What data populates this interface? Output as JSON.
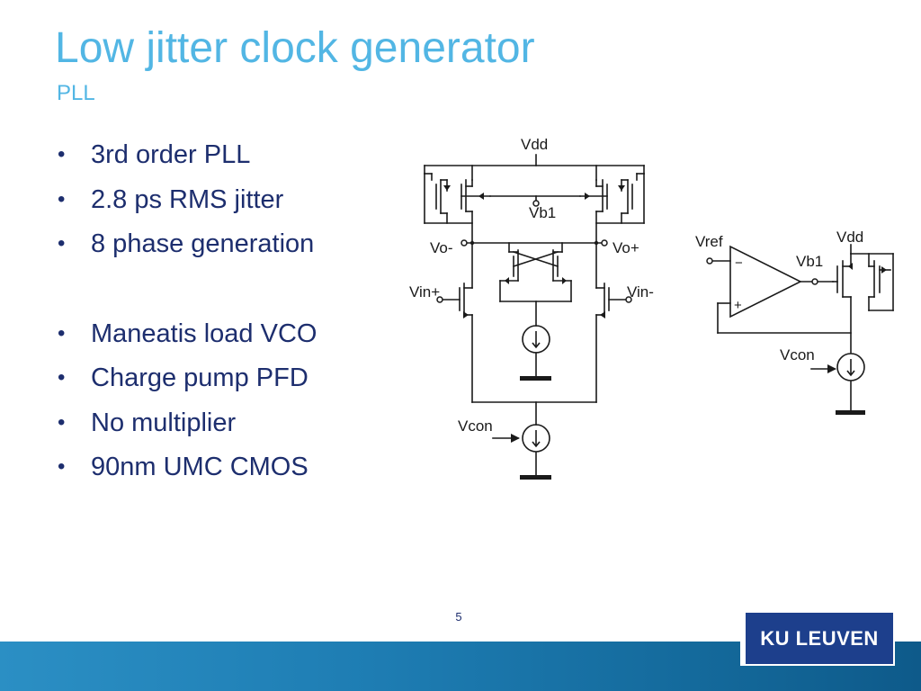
{
  "slide": {
    "title": "Low jitter clock generator",
    "subtitle": "PLL",
    "bullets": [
      "3rd order PLL",
      "2.8 ps RMS jitter",
      "8 phase generation",
      "Maneatis load VCO",
      "Charge pump PFD",
      "No multiplier",
      "90nm UMC CMOS"
    ],
    "page_number": "5"
  },
  "diagram": {
    "vco": {
      "vdd": "Vdd",
      "vb1": "Vb1",
      "vo_minus": "Vo-",
      "vo_plus": "Vo+",
      "vin_plus": "Vin+",
      "vin_minus": "Vin-",
      "vcon": "Vcon"
    },
    "bias": {
      "vref": "Vref",
      "vdd": "Vdd",
      "vb1": "Vb1",
      "vcon": "Vcon",
      "minus_sign": "−",
      "plus_sign": "+"
    }
  },
  "logo": {
    "text": "KU LEUVEN"
  }
}
